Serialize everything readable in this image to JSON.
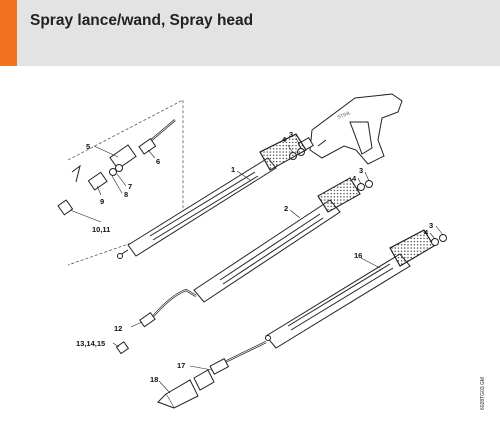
{
  "header": {
    "title": "Spray lance/wand, Spray head",
    "accent_color": "#f37021",
    "band_color": "#e3e3e3"
  },
  "diagram": {
    "labels": {
      "l1": "1",
      "l2": "2",
      "l3a": "3",
      "l3b": "3",
      "l3c": "3",
      "l4a": "4",
      "l4b": "4",
      "l4c": "4",
      "l5": "5",
      "l6": "6",
      "l7": "7",
      "l8": "8",
      "l9": "9",
      "l10_11": "10,11",
      "l12": "12",
      "l13_14_15": "13,14,15",
      "l16": "16",
      "l17": "17",
      "l18": "18"
    },
    "drawing_code": "6028TG03 GM"
  }
}
